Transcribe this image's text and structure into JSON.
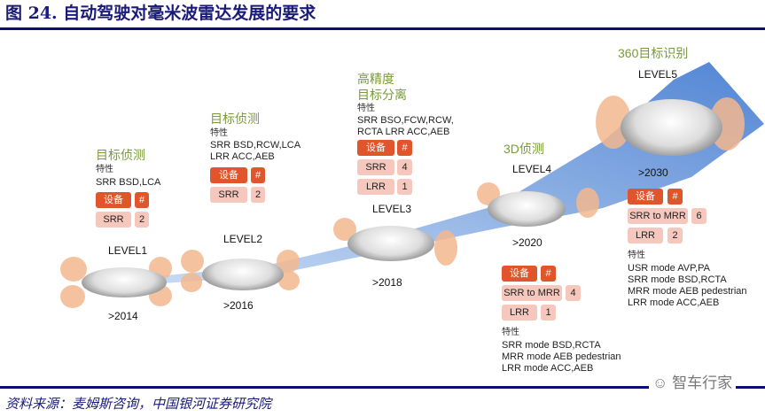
{
  "title": "图 24. 自动驾驶对毫米波雷达发展的要求",
  "source": "资料来源：麦姆斯咨询，中国银河证券研究院",
  "watermark": "智车行家",
  "table_header": {
    "device": "设备",
    "count": "#"
  },
  "feature_label": "特性",
  "levels": [
    {
      "level": "LEVEL1",
      "year": ">2014",
      "heading": [
        "目标侦测"
      ],
      "features": [
        "SRR BSD,LCA"
      ],
      "rows": [
        {
          "device": "SRR",
          "count": "2"
        }
      ]
    },
    {
      "level": "LEVEL2",
      "year": ">2016",
      "heading": [
        "目标侦测"
      ],
      "features": [
        "SRR BSD,RCW,LCA",
        "LRR ACC,AEB"
      ],
      "rows": [
        {
          "device": "SRR",
          "count": "2"
        }
      ]
    },
    {
      "level": "LEVEL3",
      "year": ">2018",
      "heading": [
        "高精度",
        "目标分离"
      ],
      "features": [
        "SRR BSO,FCW,RCW,",
        "RCTA LRR ACC,AEB"
      ],
      "rows": [
        {
          "device": "SRR",
          "count": "4"
        },
        {
          "device": "LRR",
          "count": "1"
        }
      ]
    },
    {
      "level": "LEVEL4",
      "year": ">2020",
      "heading": [
        "3D侦测"
      ],
      "features": [
        "SRR mode BSD,RCTA",
        "MRR mode AEB pedestrian",
        "LRR mode ACC,AEB"
      ],
      "rows": [
        {
          "device": "SRR to MRR",
          "count": "4"
        },
        {
          "device": "LRR",
          "count": "1"
        }
      ]
    },
    {
      "level": "LEVEL5",
      "year": ">2030",
      "heading": [
        "360目标识别"
      ],
      "features": [
        "USR mode AVP,PA",
        "SRR mode BSD,RCTA",
        "MRR mode AEB pedestrian",
        "LRR mode ACC,AEB"
      ],
      "rows": [
        {
          "device": "SRR to MRR",
          "count": "6"
        },
        {
          "device": "LRR",
          "count": "2"
        }
      ]
    }
  ],
  "colors": {
    "accent": "#e0552c",
    "row": "#f6c8bd",
    "heading": "#7a9a3a",
    "ribbon": "#4f86d4",
    "rule": "#0d0d78"
  }
}
